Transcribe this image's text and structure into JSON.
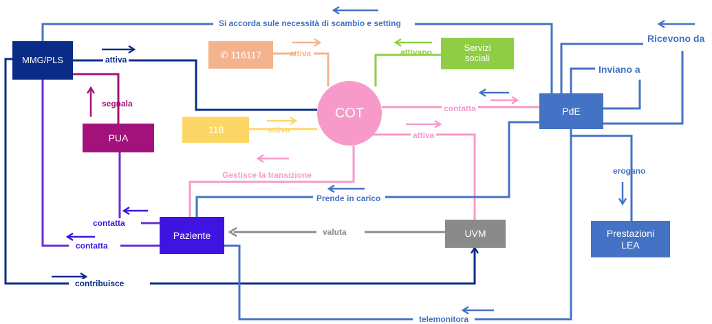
{
  "nodes": {
    "mmg": "MMG/PLS",
    "pua": "PUA",
    "paziente": "Paziente",
    "n116117": "116117",
    "n118": "118",
    "cot": "COT",
    "servizi_line1": "Servizi",
    "servizi_line2": "sociali",
    "pde": "PdE",
    "uvm": "UVM",
    "lea_line1": "Prestazioni",
    "lea_line2": "LEA"
  },
  "labels": {
    "si_accorda": "Si accorda sule necessità di scambio e setting",
    "attiva_mmg": "attiva",
    "segnala": "segnala",
    "attiva_116": "attiva",
    "attiva_118": "attiva",
    "attivano": "attivano",
    "contatta_cot": "contatta",
    "attiva_cot": "attiva",
    "gestisce": "Gestisce la transizione",
    "prende_in_carico": "Prende in carico",
    "contatta_pua": "contatta",
    "contatta_mmg": "contatta",
    "valuta": "valuta",
    "contribuisce": "contribuisce",
    "telemonitora": "telemonitora",
    "ricevono_da": "Ricevono da",
    "inviano_a": "Inviano a",
    "erogano": "erogano"
  },
  "icons": {
    "phone": "phone-icon"
  },
  "colors": {
    "mmg": "#0a2c86",
    "pua": "#a3127a",
    "paziente": "#3f14e0",
    "n116117": "#f4b38d",
    "n118": "#fdd766",
    "cot": "#f79ac9",
    "servizi": "#8fce44",
    "pde": "#4472c4",
    "uvm": "#8a8a8a",
    "lea": "#4472c4",
    "contatta_text": "#3f14e0"
  }
}
